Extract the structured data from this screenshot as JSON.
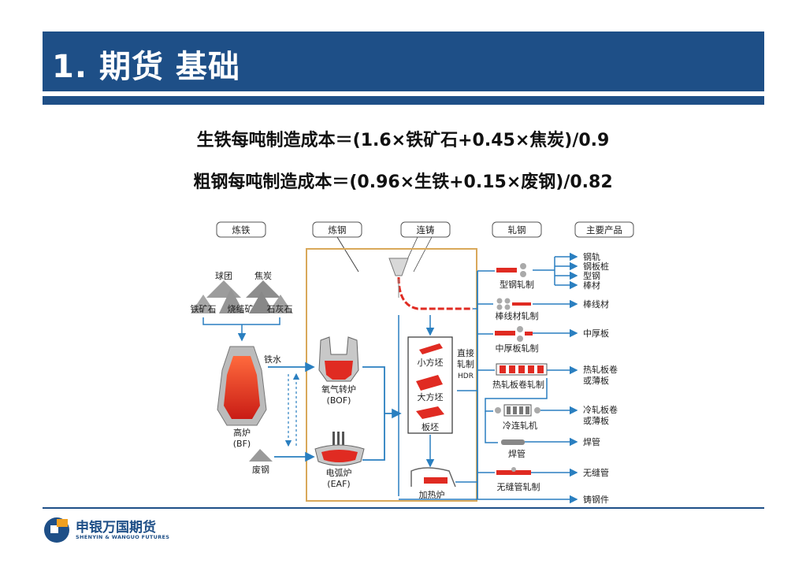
{
  "slide": {
    "title": "1. 期货  基础",
    "formula_1": "生铁每吨制造成本＝(1.6×铁矿石+0.45×焦炭)/0.9",
    "formula_2": "粗钢每吨制造成本＝(0.96×生铁+0.15×废钢)/0.82"
  },
  "diagram": {
    "stages": [
      "炼铁",
      "炼钢",
      "连铸",
      "轧钢",
      "主要产品"
    ],
    "raw_materials": [
      "球团",
      "焦炭",
      "铁矿石",
      "烧结矿",
      "石灰石"
    ],
    "blast_furnace": [
      "高炉",
      "(BF)"
    ],
    "hot_metal": "铁水",
    "scrap": "废钢",
    "bof": [
      "氧气转炉",
      "(BOF)"
    ],
    "eaf": [
      "电弧炉",
      "(EAF)"
    ],
    "castings": [
      "小方坯",
      "大方坯",
      "板坯"
    ],
    "hdr": [
      "直接",
      "轧制",
      "HDR"
    ],
    "reheat": "加热炉",
    "mills": [
      "型钢轧制",
      "棒线材轧制",
      "中厚板轧制",
      "热轧板卷轧制",
      "冷连轧机",
      "焊管",
      "无缝管轧制"
    ],
    "products": [
      "钢轨",
      "钢板桩",
      "型钢",
      "棒材",
      "棒线材",
      "中厚板",
      "热轧板卷",
      "或薄板",
      "冷轧板卷",
      "或薄板",
      "焊管",
      "无缝管",
      "铸钢件"
    ]
  },
  "colors": {
    "brand": "#1e4f87",
    "flow": "#2a7fc0",
    "frame": "#d9a85a",
    "molten": "#e02b22"
  },
  "logo": {
    "name": "申银万国期货",
    "english": "SHENYIN & WANGUO FUTURES"
  }
}
